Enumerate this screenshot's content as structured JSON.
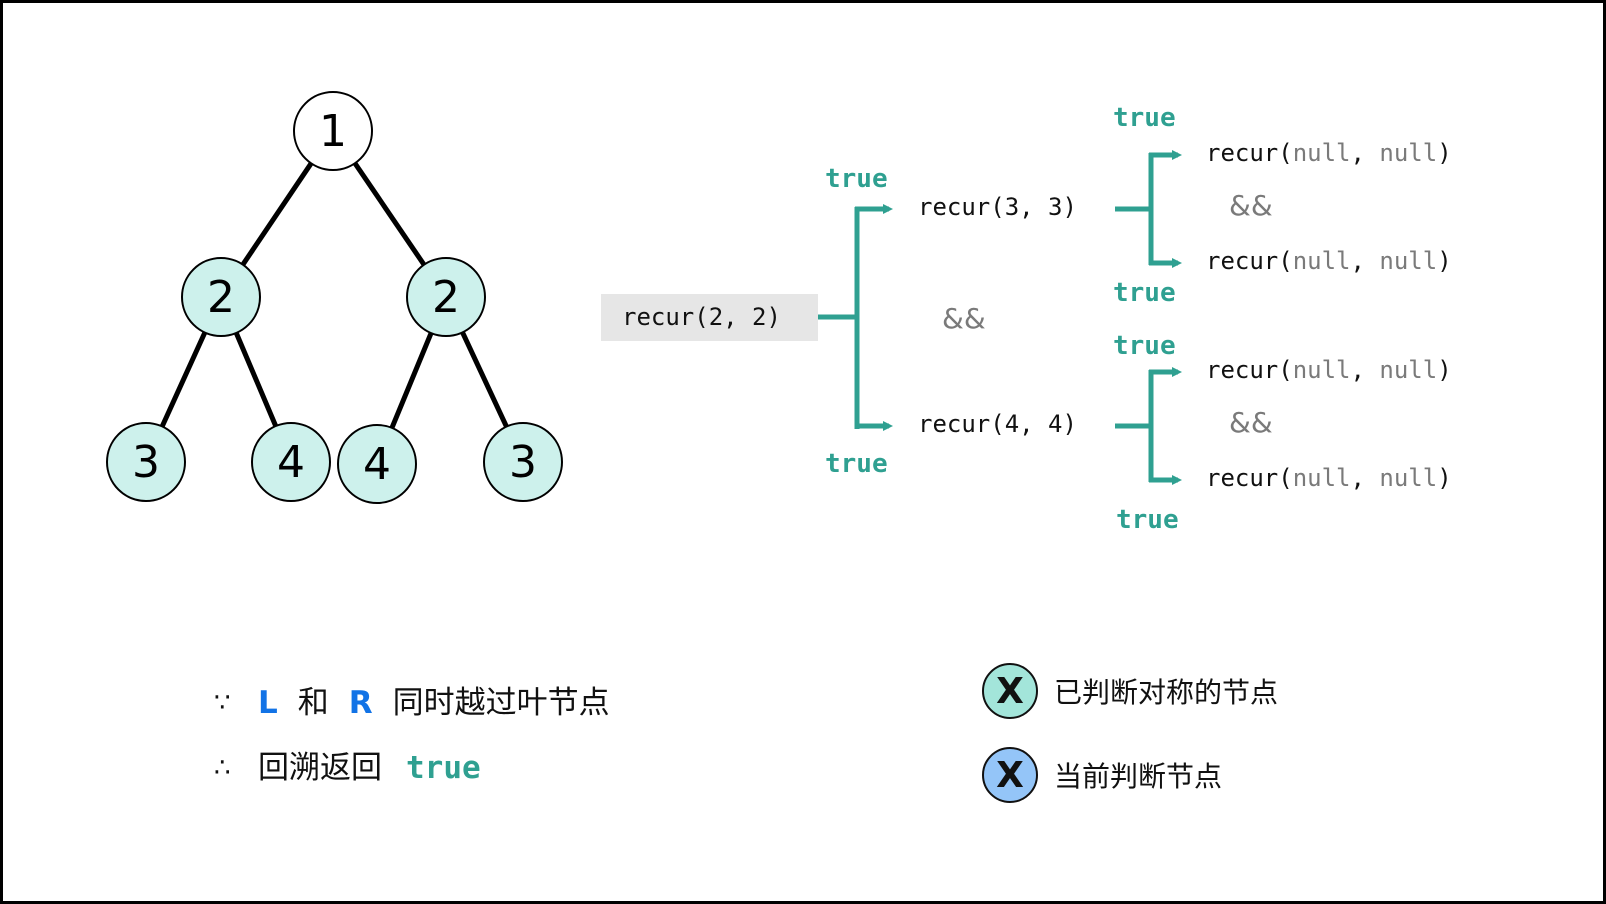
{
  "colors": {
    "node_fill_checked": "#cdf1ec",
    "node_fill_root": "#ffffff",
    "branch": "#2fa091",
    "true_text": "#2fa091",
    "null_text": "#7a7a7a",
    "current_box": "#e6e6e6",
    "keyword_blue": "#1273e6",
    "legend_checked": "#a3e5da",
    "legend_current": "#94c5f8"
  },
  "tree": {
    "nodes": [
      {
        "id": "root",
        "label": "1",
        "state": "root"
      },
      {
        "id": "l",
        "label": "2",
        "state": "checked"
      },
      {
        "id": "r",
        "label": "2",
        "state": "checked"
      },
      {
        "id": "ll",
        "label": "3",
        "state": "checked"
      },
      {
        "id": "lr",
        "label": "4",
        "state": "checked"
      },
      {
        "id": "rl",
        "label": "4",
        "state": "checked"
      },
      {
        "id": "rr",
        "label": "3",
        "state": "checked"
      }
    ],
    "edges": [
      [
        "root",
        "l"
      ],
      [
        "root",
        "r"
      ],
      [
        "l",
        "ll"
      ],
      [
        "l",
        "lr"
      ],
      [
        "r",
        "rl"
      ],
      [
        "r",
        "rr"
      ]
    ]
  },
  "recursion": {
    "current_call": "recur(2, 2)",
    "and_operator": "&&",
    "true_label": "true",
    "children": [
      {
        "call": "recur(3, 3)",
        "result": "true",
        "subcalls": [
          {
            "prefix": "recur(",
            "arg1": "null",
            "sep": ", ",
            "arg2": "null",
            "suffix": ")",
            "result": "true"
          },
          {
            "prefix": "recur(",
            "arg1": "null",
            "sep": ", ",
            "arg2": "null",
            "suffix": ")",
            "result": "true"
          }
        ]
      },
      {
        "call": "recur(4, 4)",
        "result": "true",
        "subcalls": [
          {
            "prefix": "recur(",
            "arg1": "null",
            "sep": ", ",
            "arg2": "null",
            "suffix": ")",
            "result": "true"
          },
          {
            "prefix": "recur(",
            "arg1": "null",
            "sep": ", ",
            "arg2": "null",
            "suffix": ")",
            "result": "true"
          }
        ]
      }
    ]
  },
  "explanation": {
    "because_symbol": "∵",
    "therefore_symbol": "∴",
    "left_kw": "L",
    "and_word": "和",
    "right_kw": "R",
    "line1_rest": "同时越过叶节点",
    "line2_text": "回溯返回",
    "line2_value": "true"
  },
  "legend": {
    "items": [
      {
        "glyph": "X",
        "label": "已判断对称的节点",
        "state": "checked"
      },
      {
        "glyph": "X",
        "label": "当前判断节点",
        "state": "current"
      }
    ]
  }
}
